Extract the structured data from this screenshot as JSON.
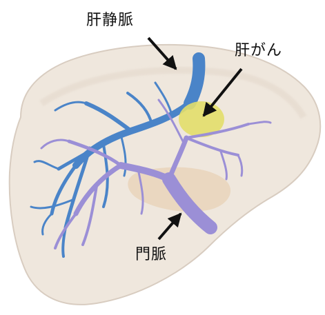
{
  "labels": {
    "hepatic_vein": "肝静脈",
    "liver_cancer": "肝がん",
    "portal_vein": "門脈"
  },
  "colors": {
    "liver_fill": "#efe6dc",
    "liver_edge": "#d6cabd",
    "hepatic_vein": "#4a84c8",
    "portal_vein": "#9b8fd6",
    "tumor": "#e2de6a",
    "gallbladder": "#e6caa8",
    "arrow": "#111111"
  }
}
